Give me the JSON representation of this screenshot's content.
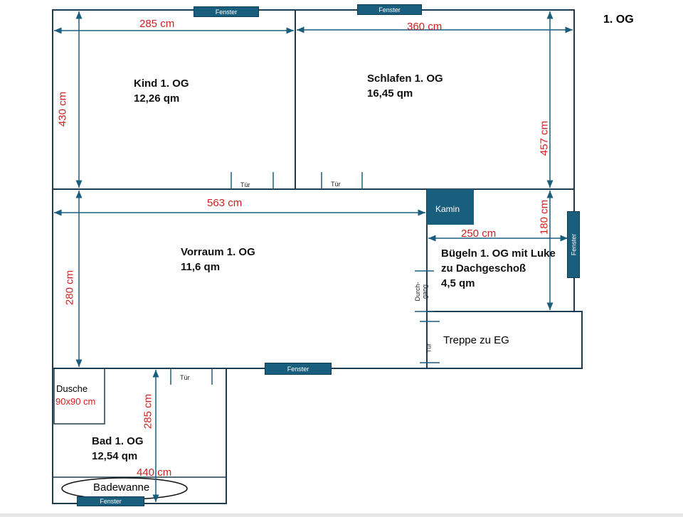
{
  "floor_label": "1. OG",
  "rooms": {
    "kind": {
      "name": "Kind 1. OG",
      "area": "12,26 qm"
    },
    "schlafen": {
      "name": "Schlafen 1. OG",
      "area": "16,45 qm"
    },
    "vorraum": {
      "name": "Vorraum 1. OG",
      "area": "11,6 qm"
    },
    "buegeln": {
      "name1": "Bügeln 1. OG mit Luke",
      "name2": "zu Dachgeschoß",
      "area": "4,5 qm"
    },
    "treppe": {
      "name": "Treppe zu EG"
    },
    "bad": {
      "name": "Bad 1. OG",
      "area": "12,54 qm"
    }
  },
  "dims": {
    "kind_w": "285 cm",
    "kind_h": "430 cm",
    "schlafen_w": "360 cm",
    "schlafen_h": "457 cm",
    "vorraum_w": "563 cm",
    "vorraum_h": "280 cm",
    "buegeln_w": "250 cm",
    "buegeln_h": "180 cm",
    "bad_h": "285 cm",
    "bad_w": "440 cm",
    "dusche_size": "90x90 cm"
  },
  "labels": {
    "fenster": "Fenster",
    "tuer": "Tür",
    "kamin": "Kamin",
    "durchgang1": "Durch-",
    "durchgang2": "gang",
    "dusche": "Dusche",
    "badewanne": "Badewanne"
  },
  "colors": {
    "wall": "#1f3b4d",
    "accent": "#1a5e7e",
    "dimension": "#d42020"
  }
}
